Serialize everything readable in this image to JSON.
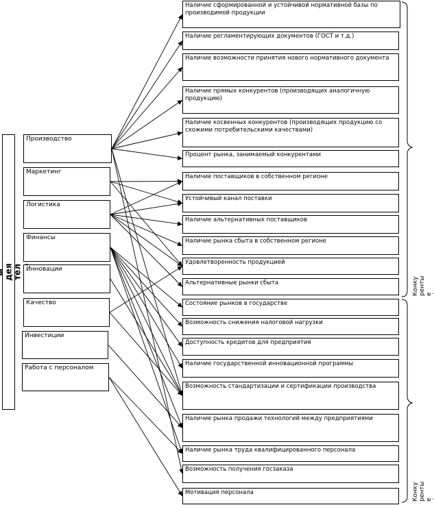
{
  "sphere_label": "Сф\nер\nы\nдея\nтел\nьно\nсти",
  "left_items": [
    "Производство",
    "Маркетинг",
    "Логистика",
    "Финансы",
    "Инновации",
    "Качество",
    "Инвестиции",
    "Работа с персоналом"
  ],
  "right_items": [
    "Наличие сформированной и устойчивой нормативной базы по производимой продукции",
    "Наличие регламентирующих документов (ГОСТ и т.д.)",
    "Наличие возможности принятия нового нормативного документа",
    "Наличие прямых конкурентов (производящих аналогичную продукцию)",
    "Наличие косвенных конкурентов (производящих продукцию со схожими потребительскими качествами)",
    "Процент рынка, занимаемый конкурентами",
    "Наличие поставщиков в собственном регионе",
    "Устойчивый канал поставки",
    "Наличие альтернативных поставщиков",
    "Наличие рынка сбыта в собственном регионе",
    "Удовлетворенность продукцией",
    "Альтернативные рынки сбыта",
    "Состояние рынков в государстве",
    "Возможность снижения налоговой нагрузки",
    "Доступность кредитов для предприятия",
    "Наличие государственной инновационной программы",
    "Возможность стандартизации и сертификации производства",
    "Наличие рынка продажи технологий между предприятиями",
    "Наличие рынка труда квалифицированного персонала",
    "Возможность получения госзаказа",
    "Мотивация персонала"
  ],
  "group_labels": [
    "Конку\nренты\nе\nфакто\nры\nпрямо\nго\nвозде\nйстви\nя",
    "Конку\nренты\nе\nфакто\nры\nкосве\nнного\nвозде\nйстви\nя"
  ],
  "connections": [
    [
      0,
      0
    ],
    [
      0,
      1
    ],
    [
      0,
      2
    ],
    [
      0,
      3
    ],
    [
      0,
      4
    ],
    [
      0,
      5
    ],
    [
      0,
      16
    ],
    [
      0,
      19
    ],
    [
      1,
      6
    ],
    [
      1,
      7
    ],
    [
      1,
      10
    ],
    [
      2,
      6
    ],
    [
      2,
      7
    ],
    [
      2,
      8
    ],
    [
      2,
      9
    ],
    [
      2,
      10
    ],
    [
      2,
      11
    ],
    [
      3,
      12
    ],
    [
      3,
      13
    ],
    [
      3,
      14
    ],
    [
      3,
      15
    ],
    [
      3,
      16
    ],
    [
      3,
      17
    ],
    [
      3,
      18
    ],
    [
      4,
      16
    ],
    [
      5,
      10
    ],
    [
      5,
      16
    ],
    [
      6,
      17
    ],
    [
      7,
      18
    ],
    [
      7,
      20
    ]
  ]
}
